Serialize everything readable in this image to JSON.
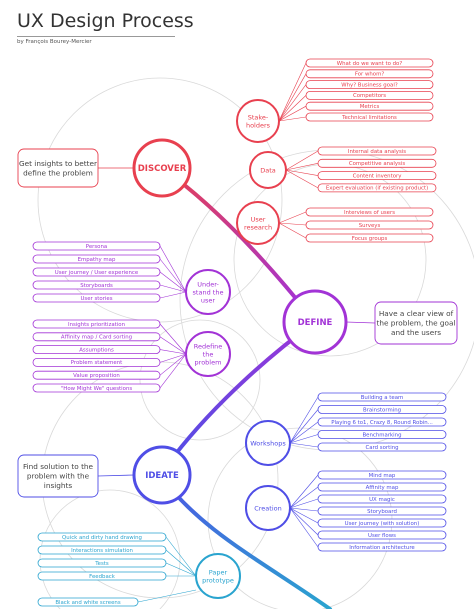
{
  "title": "UX Design Process",
  "byline": "by François Bourey-Mercier",
  "colors": {
    "discover": "#e8404f",
    "define": "#a233d6",
    "ideate": "#4f4ee6",
    "prototype": "#2aa4cf",
    "guide": "#d9d9d9"
  },
  "phases": [
    {
      "label": "DISCOVER"
    },
    {
      "label": "DEFINE"
    },
    {
      "label": "IDEATE"
    }
  ],
  "subphases": [
    {
      "lines": [
        "Stake-",
        "holders"
      ]
    },
    {
      "lines": [
        "Data"
      ]
    },
    {
      "lines": [
        "User",
        "research"
      ]
    },
    {
      "lines": [
        "Under-",
        "stand the",
        "user"
      ]
    },
    {
      "lines": [
        "Redefine",
        "the",
        "problem"
      ]
    },
    {
      "lines": [
        "Workshops"
      ]
    },
    {
      "lines": [
        "Creation"
      ]
    },
    {
      "lines": [
        "Paper",
        "prototype"
      ]
    }
  ],
  "notes": [
    {
      "lines": [
        "Get insights to better",
        "define the problem"
      ]
    },
    {
      "lines": [
        "Have a clear view of",
        "the problem, the goal",
        "and the users"
      ]
    },
    {
      "lines": [
        "Find solution to the",
        "problem with the",
        "insights"
      ]
    }
  ],
  "items": {
    "stakeholders": [
      "What do we want to do?",
      "For whom?",
      "Why? Business goal?",
      "Competitors",
      "Metrics",
      "Technical limitations"
    ],
    "data": [
      "Internal data analysis",
      "Competitive analysis",
      "Content inventory",
      "Expert evaluation (if existing product)"
    ],
    "user_research": [
      "Interviews of users",
      "Surveys",
      "Focus groups"
    ],
    "understand_user": [
      "Persona",
      "Empathy map",
      "User journey / User experience",
      "Storyboards",
      "User stories"
    ],
    "redefine_problem": [
      "Insights prioritization",
      "Affinity map / Card sorting",
      "Assumptions",
      "Problem statement",
      "Value proposition",
      "\"How Might We\" questions"
    ],
    "workshops": [
      "Building a team",
      "Brainstorming",
      "Playing 6 to1, Crazy 8, Round Robin...",
      "Benchmarking",
      "Card sorting"
    ],
    "creation": [
      "Mind map",
      "Affinity map",
      "UX magic",
      "Storyboard",
      "User journey (with solution)",
      "User flows",
      "Information architecture"
    ],
    "paper_prototype": [
      "Quick and dirty hand drawing",
      "Interactions simulation",
      "Tests",
      "Feedback"
    ],
    "bottom": [
      "Black and white screens"
    ]
  }
}
